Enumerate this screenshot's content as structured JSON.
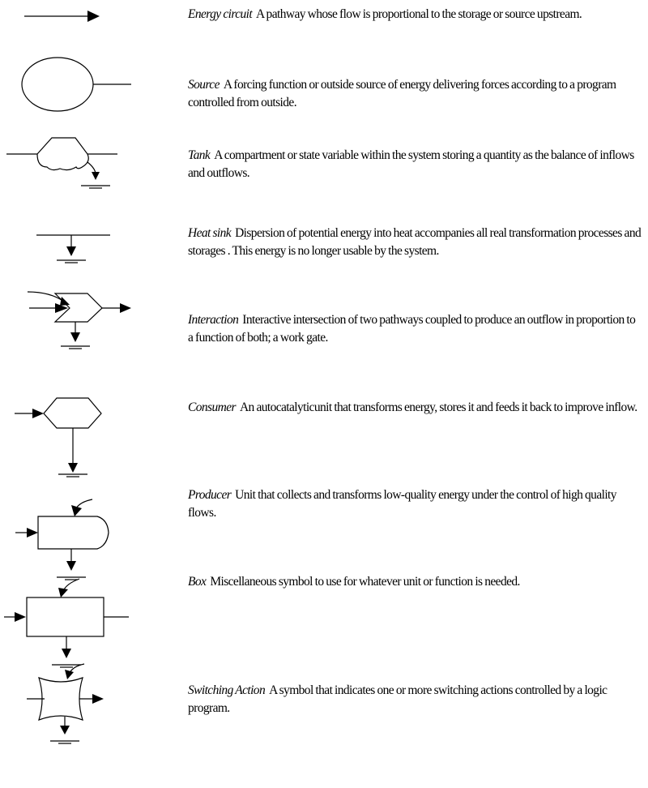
{
  "legend": [
    {
      "term": "Energy circuit",
      "description": "A pathway whose flow is proportional to the storage or source upstream."
    },
    {
      "term": "Source",
      "description": "A forcing function or outside source of energy delivering forces according to a program controlled from outside."
    },
    {
      "term": "Tank",
      "description": "A compartment or state variable within the system storing a quantity as the balance of inflows and outflows."
    },
    {
      "term": "Heat sink",
      "description": "Dispersion of potential energy into heat accompanies all real transformation processes and storages . This energy is no longer usable by the system."
    },
    {
      "term": "Interaction",
      "description": "Interactive intersection of two pathways coupled to produce an outflow in proportion to a function of both; a work gate."
    },
    {
      "term": "Consumer",
      "description": "An autocatalyticunit that transforms energy, stores it and feeds it back to improve inflow."
    },
    {
      "term": "Producer",
      "description": "Unit that collects and transforms low-quality energy under the control of high quality flows."
    },
    {
      "term": "Box",
      "description": "Miscellaneous symbol to use for whatever unit or function is needed."
    },
    {
      "term": "Switching Action",
      "description": "A symbol that indicates one or more switching actions controlled by a logic program."
    }
  ]
}
